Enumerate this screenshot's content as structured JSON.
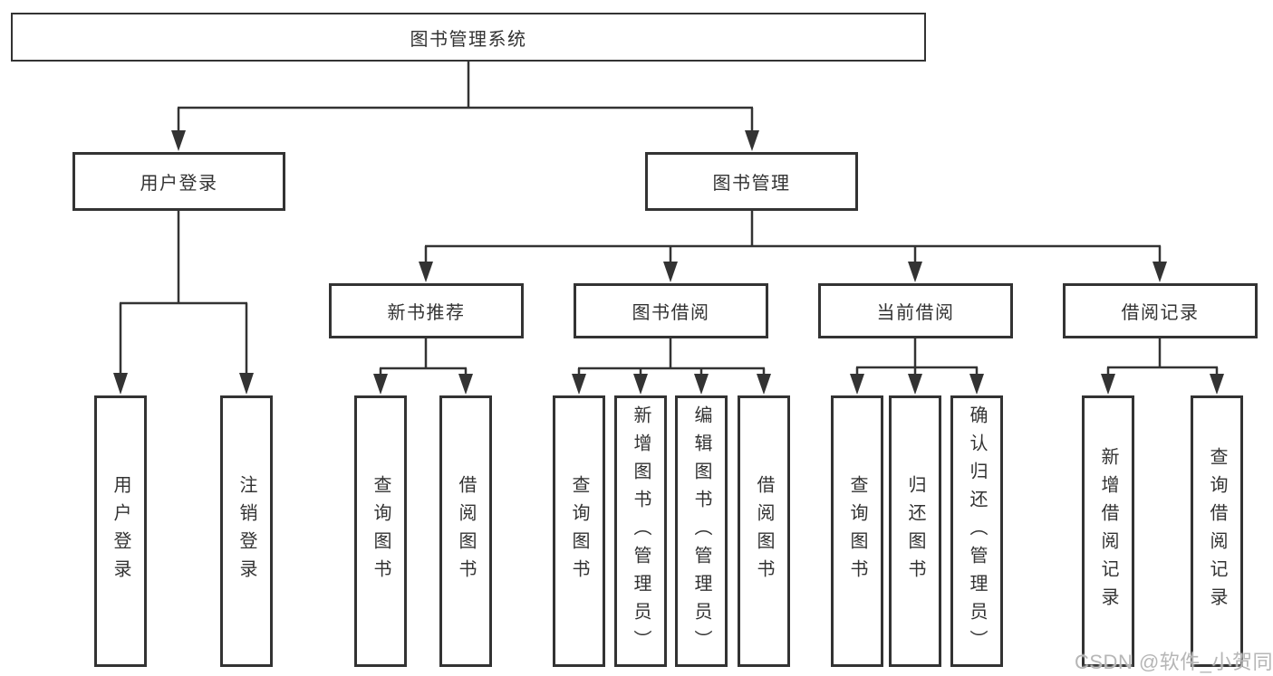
{
  "colors": {
    "line": "#333333",
    "box_border": "#333333",
    "text": "#333333",
    "box_background": "#ffffff",
    "page_background": "#ffffff",
    "watermark": "#b6b6b6"
  },
  "tree": {
    "root": {
      "label": "图书管理系统"
    },
    "branches": [
      {
        "label": "用户登录",
        "children": [
          {
            "label": "用户登录"
          },
          {
            "label": "注销登录"
          }
        ]
      },
      {
        "label": "图书管理",
        "children": [
          {
            "label": "新书推荐",
            "children": [
              {
                "label": "查询图书"
              },
              {
                "label": "借阅图书"
              }
            ]
          },
          {
            "label": "图书借阅",
            "children": [
              {
                "label": "查询图书"
              },
              {
                "label": "新增图书（管理员）"
              },
              {
                "label": "编辑图书（管理员）"
              },
              {
                "label": "借阅图书"
              }
            ]
          },
          {
            "label": "当前借阅",
            "children": [
              {
                "label": "查询图书"
              },
              {
                "label": "归还图书"
              },
              {
                "label": "确认归还（管理员）"
              }
            ]
          },
          {
            "label": "借阅记录",
            "children": [
              {
                "label": "新增借阅记录"
              },
              {
                "label": "查询借阅记录"
              }
            ]
          }
        ]
      }
    ]
  },
  "watermark": {
    "text": "CSDN @软件_小贺同学"
  }
}
